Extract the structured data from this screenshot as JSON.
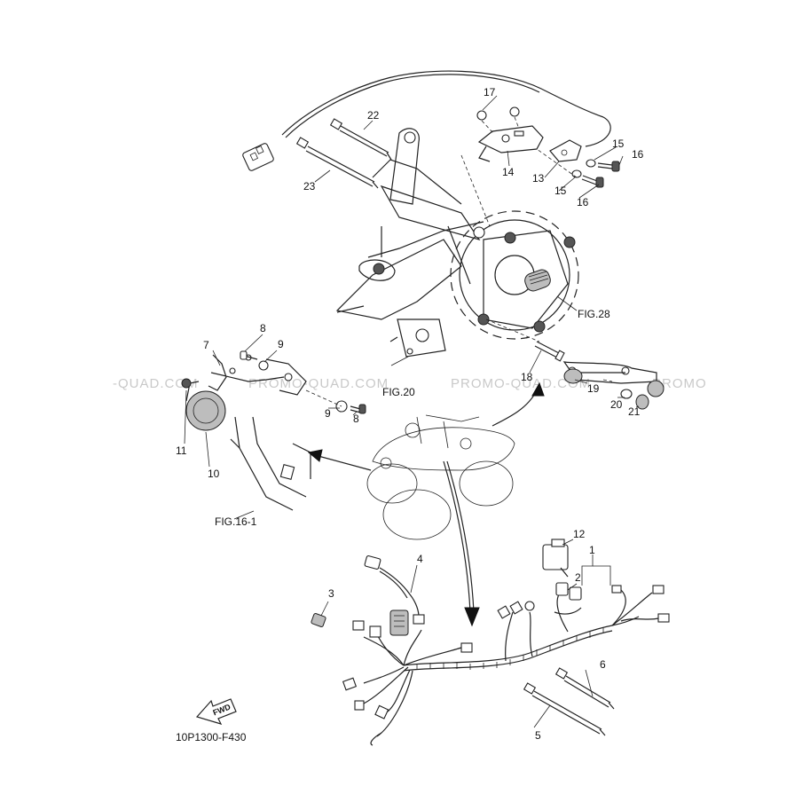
{
  "diagram": {
    "doc_code": "10P1300-F430",
    "fwd_label": "FWD",
    "watermarks": [
      "-QUAD.COM",
      "PROMO-QUAD.COM",
      "PROMO-QUAD.COM",
      "PROMO"
    ],
    "fig_refs": {
      "fig28": "FIG.28",
      "fig20": "FIG.20",
      "fig16": "FIG.16-1"
    },
    "part_numbers": {
      "p1": "1",
      "p2": "2",
      "p3": "3",
      "p4": "4",
      "p5": "5",
      "p6": "6",
      "p7": "7",
      "p8a": "8",
      "p8b": "8",
      "p9a": "9",
      "p9b": "9",
      "p10": "10",
      "p11": "11",
      "p12": "12",
      "p13": "13",
      "p14": "14",
      "p15a": "15",
      "p15b": "15",
      "p16a": "16",
      "p16b": "16",
      "p17": "17",
      "p18": "18",
      "p19": "19",
      "p20": "20",
      "p21": "21",
      "p22": "22",
      "p23": "23"
    }
  }
}
